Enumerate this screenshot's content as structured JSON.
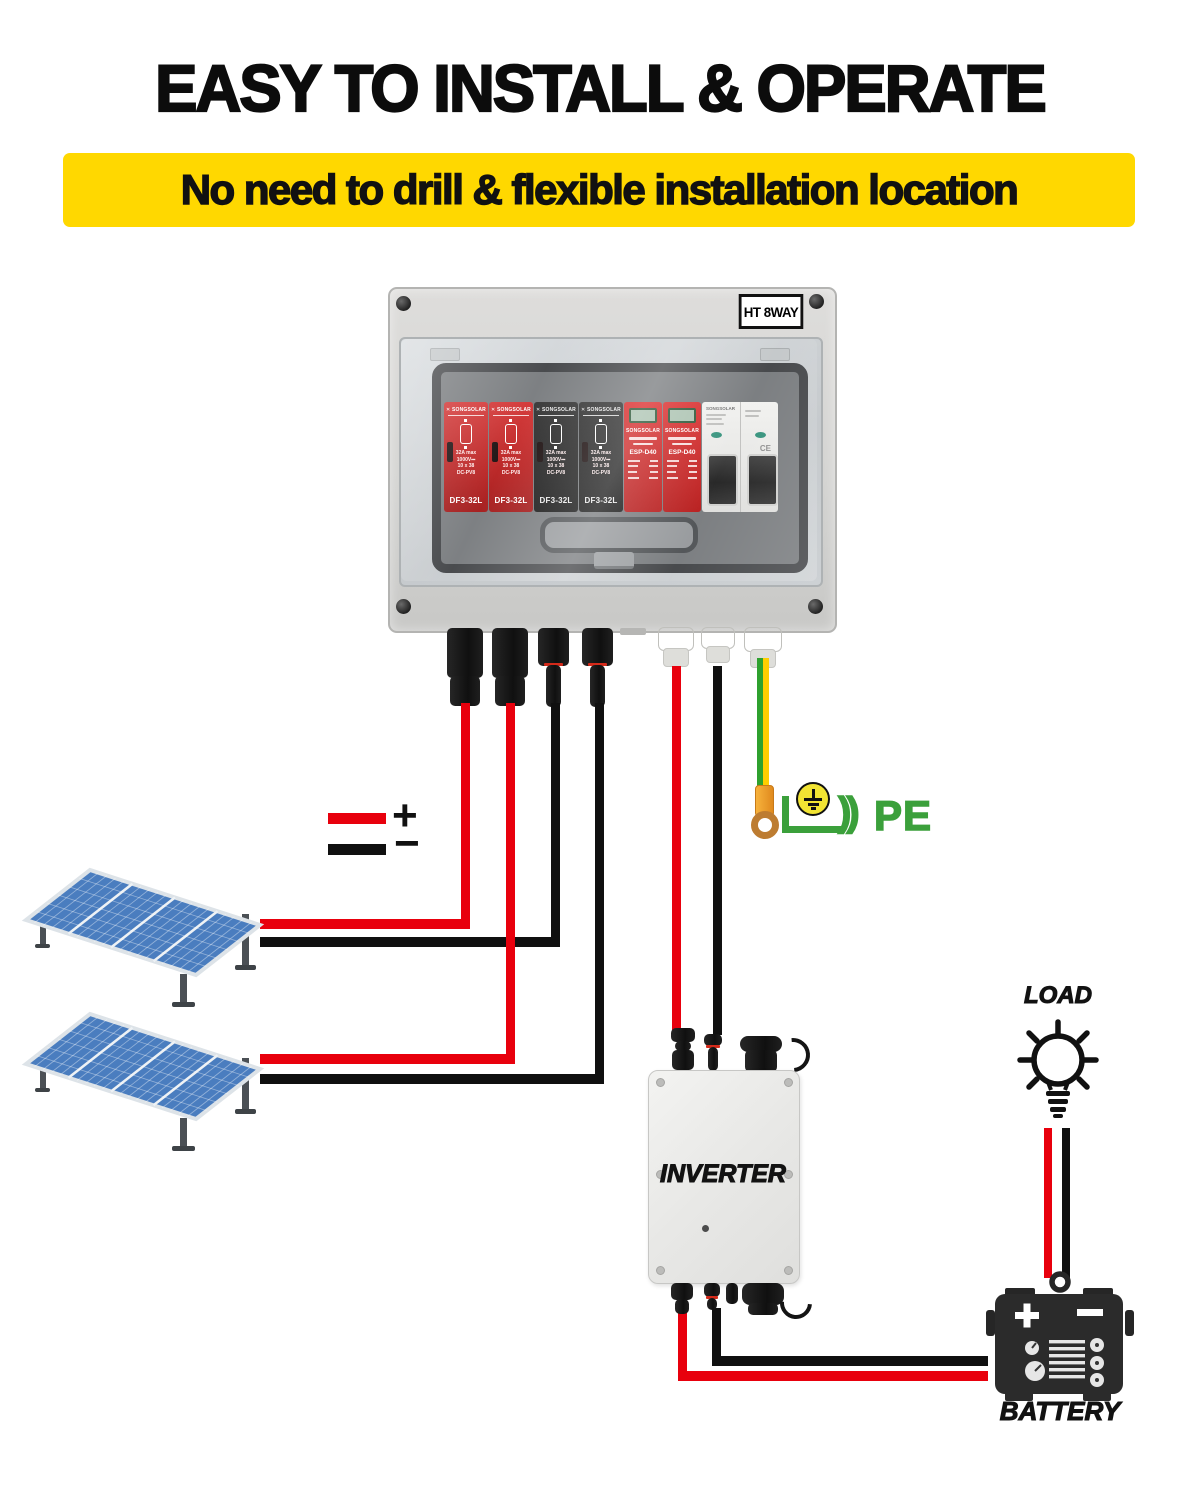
{
  "header": {
    "title": "EASY TO INSTALL & OPERATE",
    "banner": "No need to drill & flexible installation location"
  },
  "combiner_box": {
    "label": "HT 8WAY",
    "brand_logo": "✕",
    "fuse_brand": "SONGSOLAR",
    "fuse_specs": [
      "32A max",
      "1000V⎓",
      "10 x 38",
      "DC-PV8"
    ],
    "fuses": [
      {
        "label": "DF3-32L",
        "color": "red"
      },
      {
        "label": "DF3-32L",
        "color": "red"
      },
      {
        "label": "DF3-32L",
        "color": "black"
      },
      {
        "label": "DF3-32L",
        "color": "black"
      }
    ],
    "spd_brand": "SONGSOLAR",
    "spds": [
      {
        "label": "ESP-D40"
      },
      {
        "label": "ESP-D40"
      }
    ],
    "breaker": {
      "brand": "SONGSOLAR",
      "ce_mark": "CE"
    }
  },
  "legend": {
    "positive": "+",
    "negative": "−"
  },
  "pe": {
    "label": "PE",
    "arcs": "))"
  },
  "inverter": {
    "label": "INVERTER"
  },
  "load": {
    "label": "LOAD"
  },
  "battery": {
    "label": "BATTERY",
    "plus": "+",
    "minus": "−"
  },
  "colors": {
    "banner_yellow": "#ffd800",
    "wire_red": "#e8000d",
    "wire_black": "#101010",
    "pe_green": "#3ba03b",
    "gy_green": "#2ea12e",
    "gy_yellow": "#ffce00",
    "panel_blue": "#4a7dbf",
    "fuse_red": "#c32222",
    "spd_red": "#cf1d1d",
    "box_gray": "#d6d6d4",
    "inverter_gray": "#efefed",
    "battery_black": "#2b2b2b"
  }
}
